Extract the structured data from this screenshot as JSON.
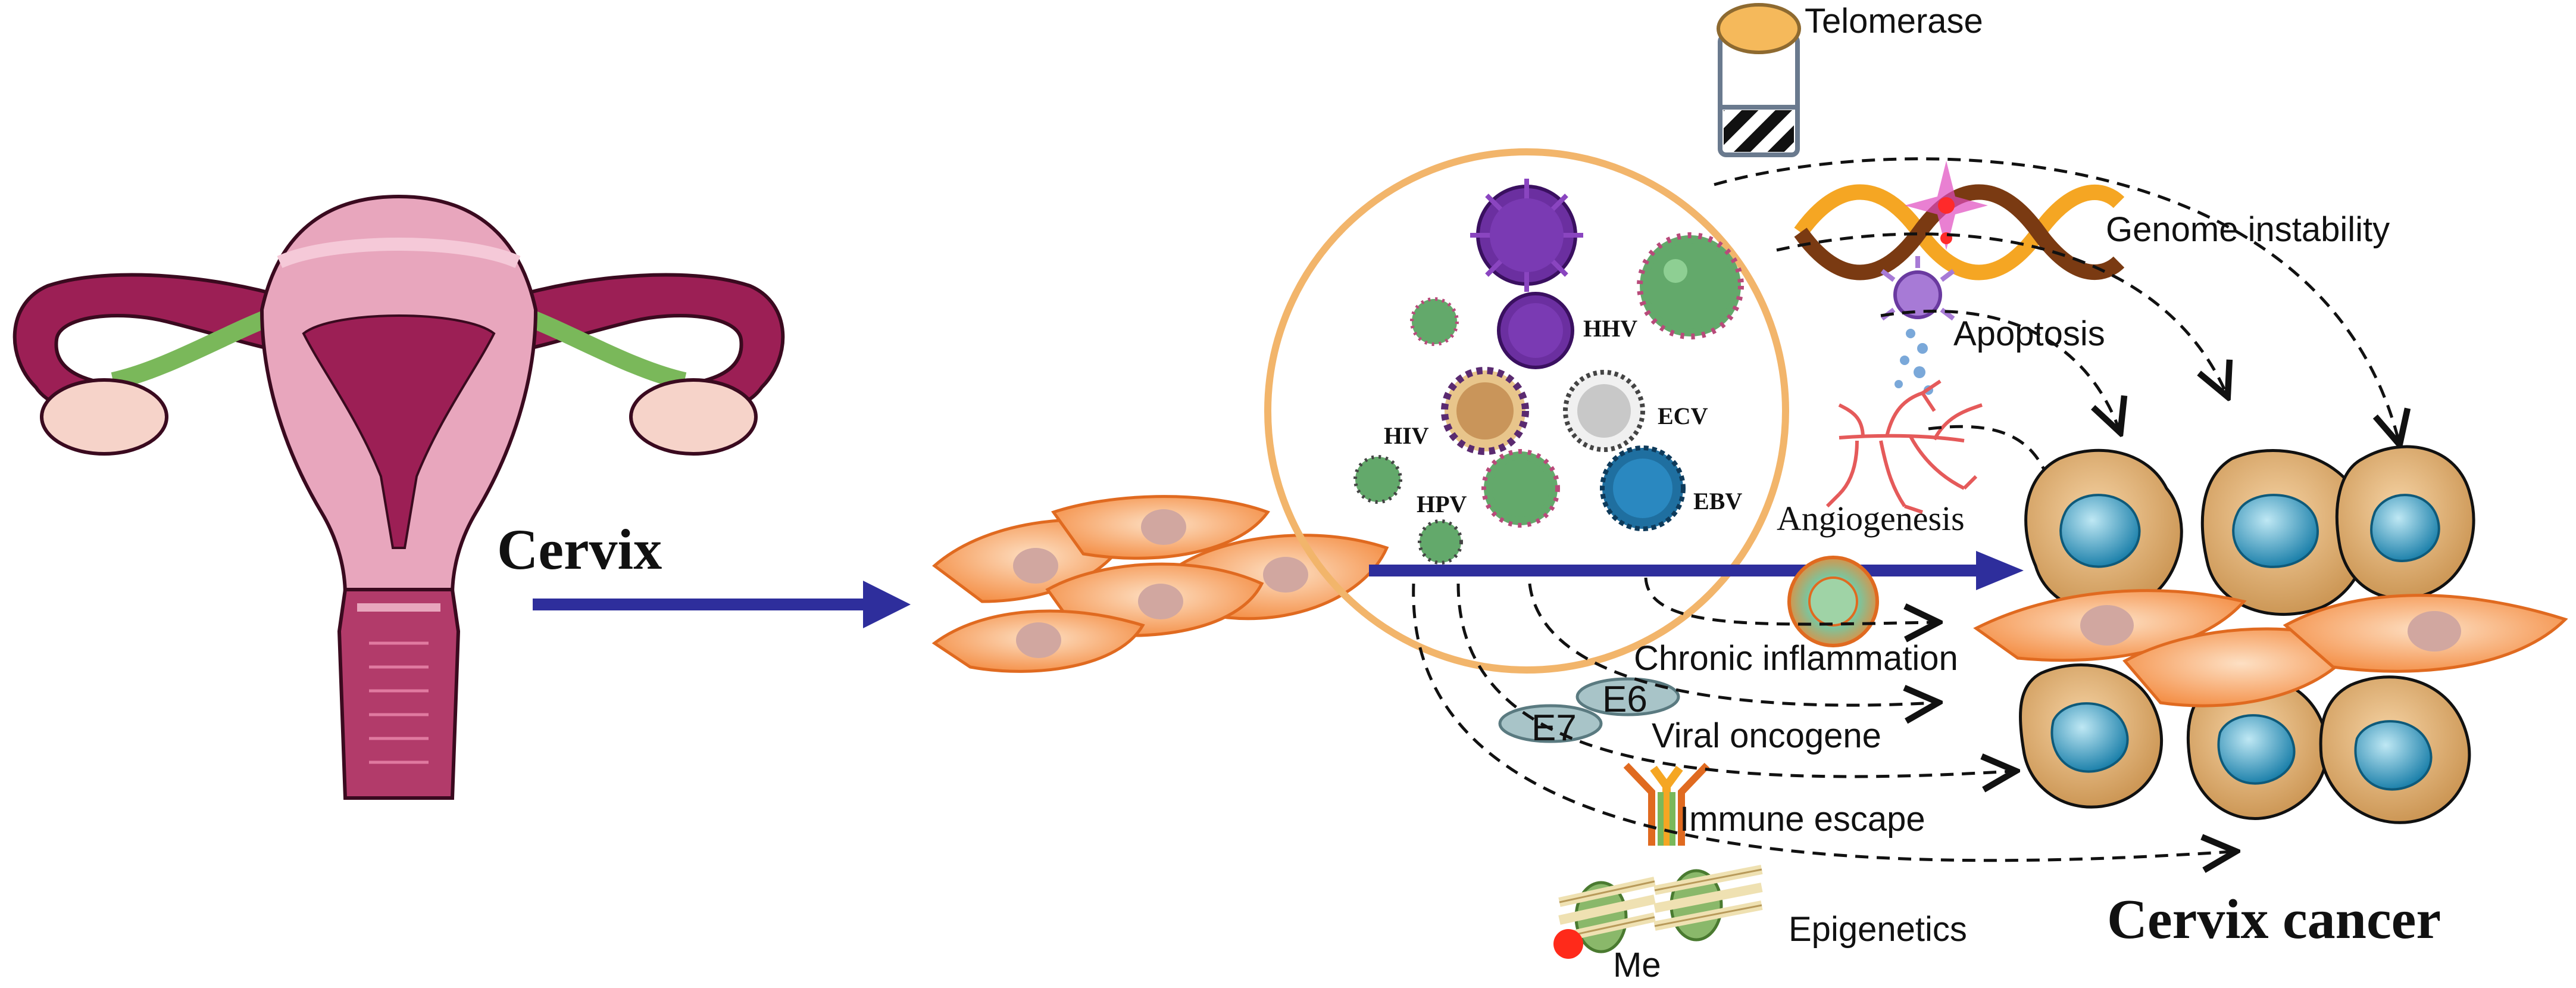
{
  "labels": {
    "cervix": "Cervix",
    "cervix_cancer": "Cervix cancer",
    "telomerase": "Telomerase",
    "genome_instability": "Genome instability",
    "apoptosis": "Apoptosis",
    "angiogenesis": "Angiogenesis",
    "chronic_inflammation": "Chronic inflammation",
    "viral_oncogene": "Viral oncogene",
    "immune_escape": "Immune escape",
    "epigenetics": "Epigenetics",
    "methyl": "Me",
    "e6": "E6",
    "e7": "E7"
  },
  "viruses": {
    "hhv": "HHV",
    "hiv": "HIV",
    "ecv": "ECV",
    "ebv": "EBV",
    "hpv": "HPV"
  },
  "colors": {
    "arrow": "#2e2e9c",
    "circle": "#f2b56b",
    "cell_orange": "#f8a56a",
    "uterus_dark": "#9c1f55",
    "uterus_light": "#e8a6bd",
    "virus_purple": "#6b2fa0",
    "virus_green": "#63a96b",
    "virus_blue": "#1f6fa0"
  }
}
